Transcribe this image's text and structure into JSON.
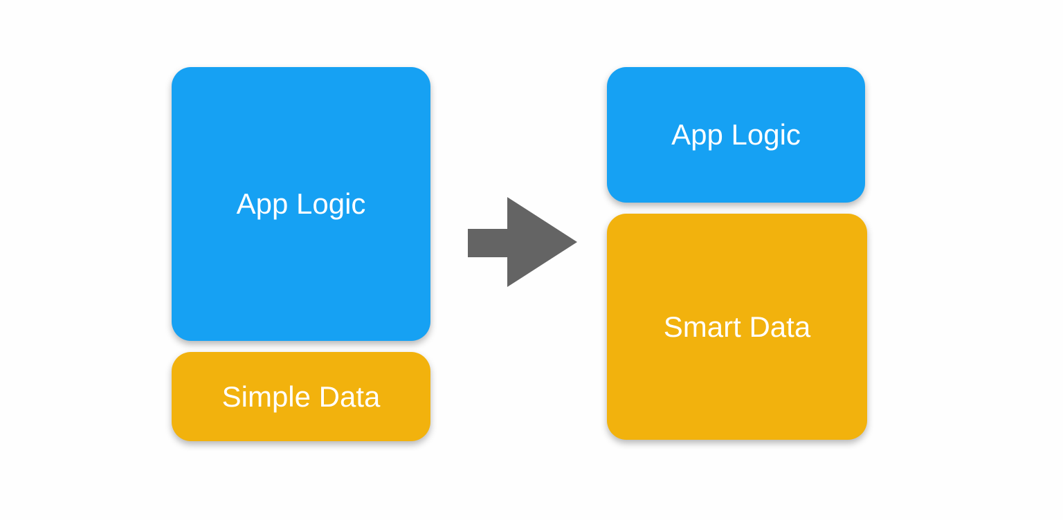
{
  "colors": {
    "background": "#fefefe",
    "blue": "#16a1f3",
    "yellow": "#f2b20d",
    "arrow-gray": "#646464",
    "label-text": "#ffffff"
  },
  "before": {
    "app_logic_label": "App Logic",
    "data_label": "Simple Data"
  },
  "after": {
    "app_logic_label": "App Logic",
    "data_label": "Smart Data"
  }
}
